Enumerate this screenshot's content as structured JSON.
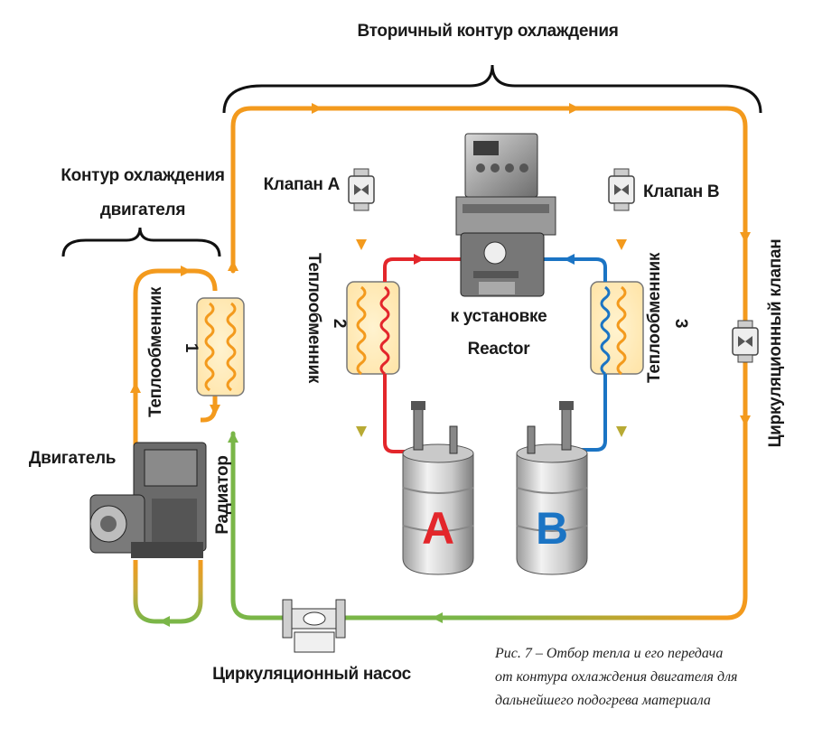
{
  "labels": {
    "secondary_loop": "Вторичный контур охлаждения",
    "engine_loop_line1": "Контур охлаждения",
    "engine_loop_line2": "двигателя",
    "valve_a": "Клапан А",
    "valve_b": "Клапан В",
    "hx1_name": "Теплообменник",
    "hx1_num": "1",
    "hx2_name": "Теплообменник",
    "hx2_num": "2",
    "hx3_name": "Теплообменник",
    "hx3_num": "3",
    "reactor_line1": "к установке",
    "reactor_line2": "Reactor",
    "circulation_valve": "Циркуляционный клапан",
    "engine": "Двигатель",
    "radiator": "Радиатор",
    "pump": "Циркуляционный насос",
    "drum_a": "A",
    "drum_b": "B"
  },
  "caption": {
    "line1": "Рис. 7 – Отбор тепла и его передача",
    "line2": "от контура охлаждения двигателя для",
    "line3": "дальнейшего подогрева материала"
  },
  "colors": {
    "hot_pipe": "#f39a1d",
    "cool_pipe": "#7ab648",
    "red_line": "#e3262b",
    "blue_line": "#1b74c4",
    "drum_a": "#e3262b",
    "drum_b": "#1b74c4"
  }
}
